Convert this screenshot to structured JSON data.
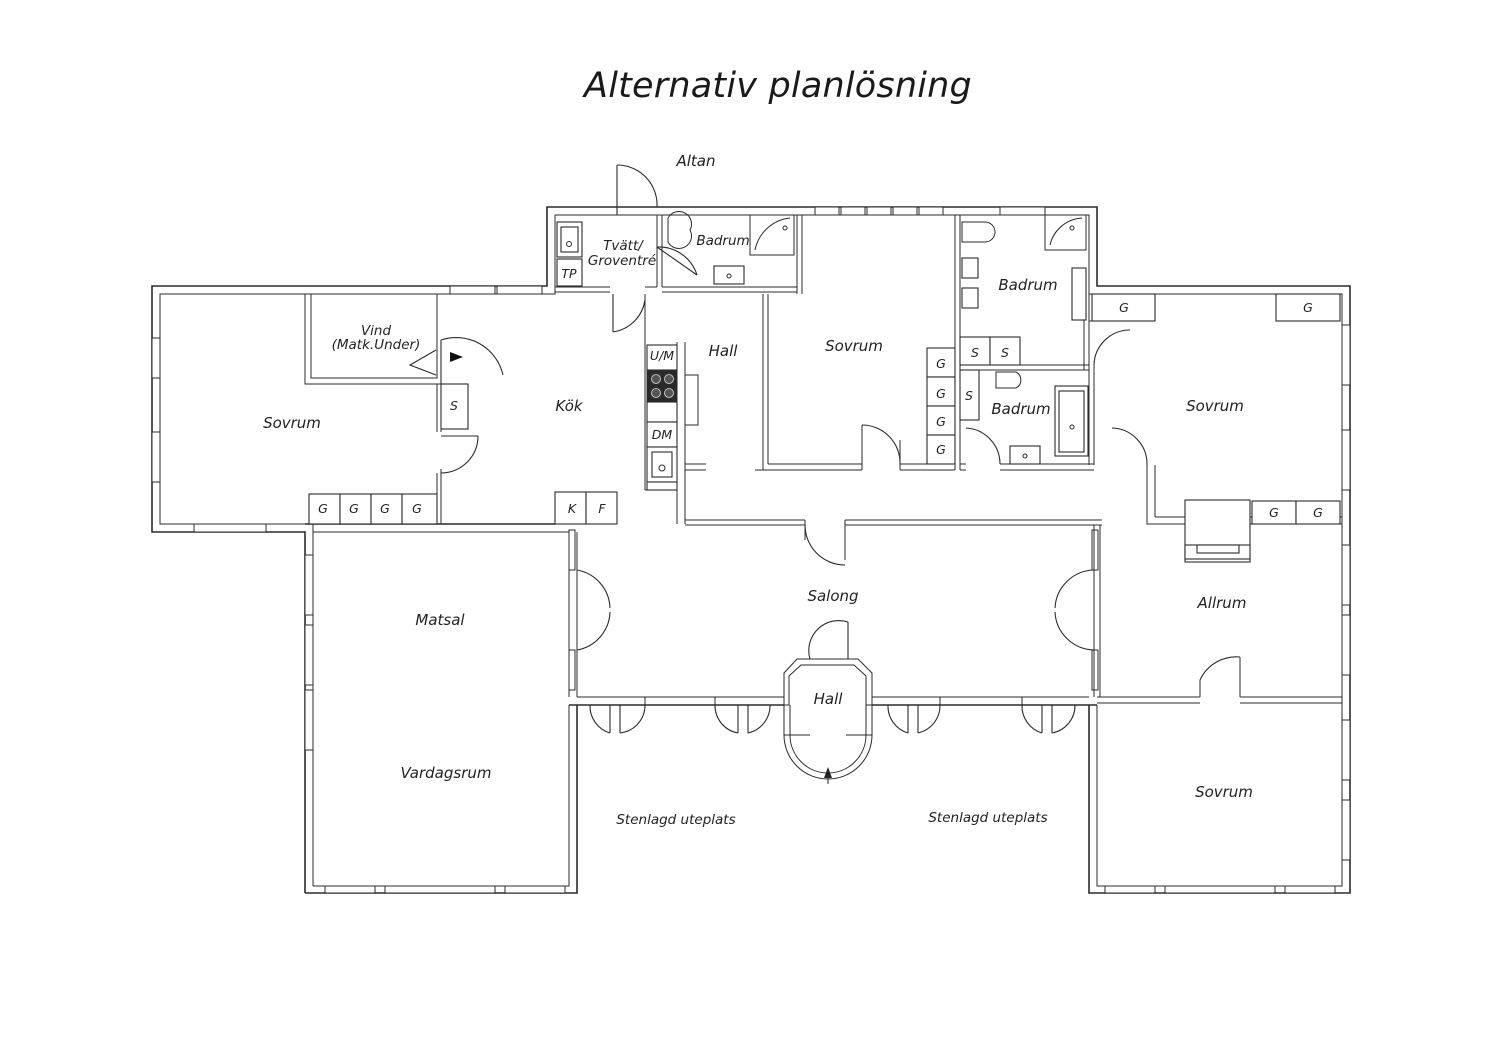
{
  "title": "Alternativ planlösning",
  "rooms": {
    "altan": "Altan",
    "tvatt_1": "Tvätt/",
    "tvatt_2": "Groventré",
    "badrum_top_left": "Badrum",
    "badrum_top_right": "Badrum",
    "badrum_mid": "Badrum",
    "vind_1": "Vind",
    "vind_2": "(Matk.Under)",
    "sovrum_west": "Sovrum",
    "kok": "Kök",
    "hall_north": "Hall",
    "sovrum_center": "Sovrum",
    "sovrum_east": "Sovrum",
    "matsal": "Matsal",
    "salong": "Salong",
    "allrum": "Allrum",
    "hall_entry": "Hall",
    "vardagsrum": "Vardagsrum",
    "uteplats_left": "Stenlagd uteplats",
    "uteplats_right": "Stenlagd uteplats",
    "sovrum_southeast": "Sovrum"
  },
  "fixtures": {
    "tp": "TP",
    "um": "U/M",
    "dm": "DM",
    "s": "S",
    "g": "G",
    "k": "K",
    "f": "F"
  }
}
